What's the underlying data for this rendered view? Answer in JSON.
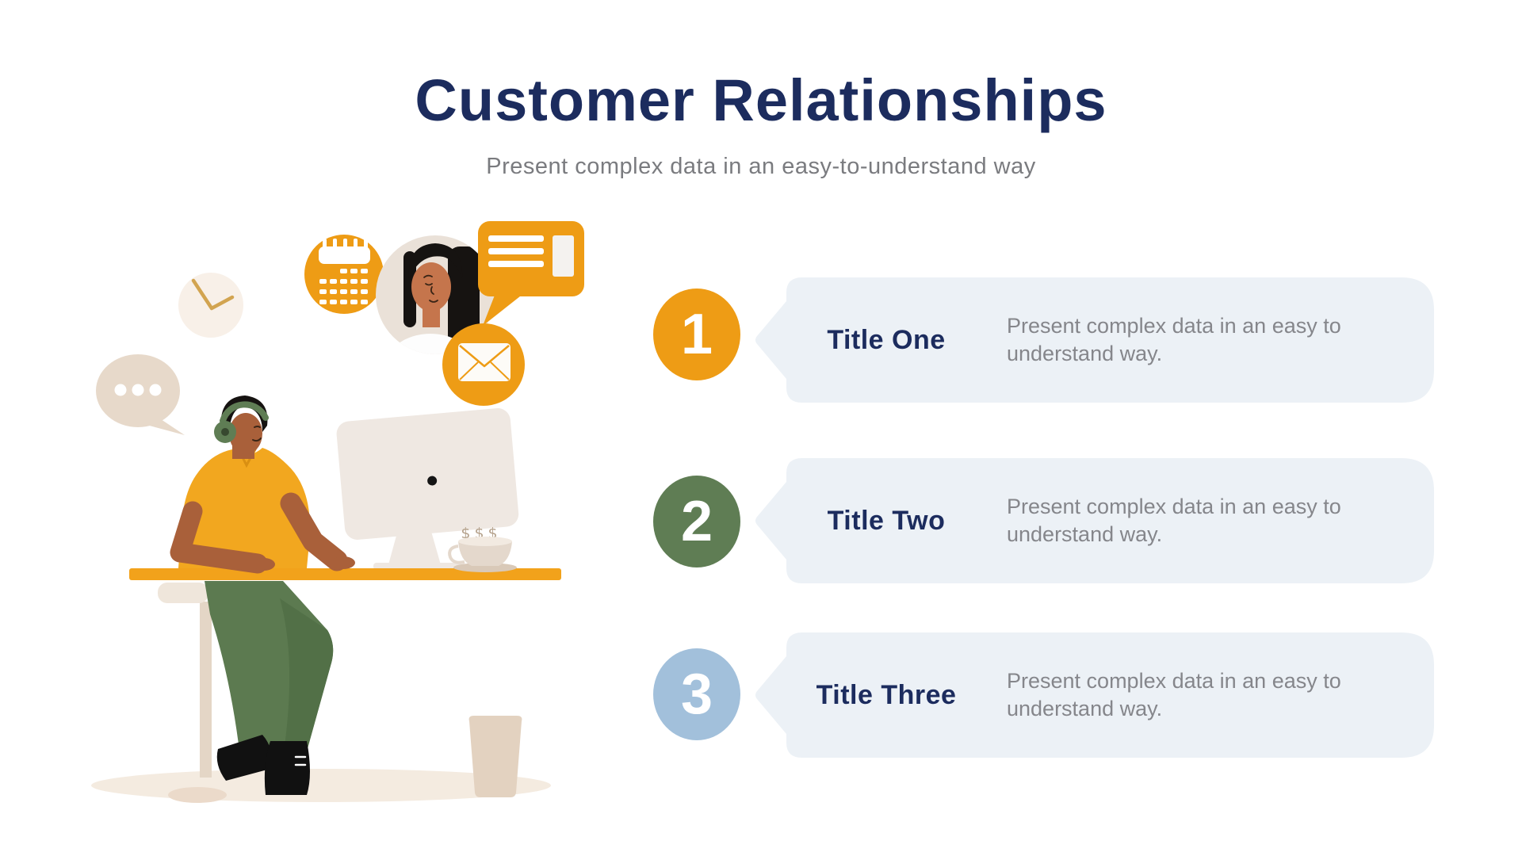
{
  "header": {
    "title": "Customer Relationships",
    "subtitle": "Present complex data in an easy-to-understand way"
  },
  "items": [
    {
      "number": "1",
      "title": "Title One",
      "description": "Present complex data in an easy to understand way.",
      "badge_color": "#EE9C15"
    },
    {
      "number": "2",
      "title": "Title Two",
      "description": "Present complex data in an easy to understand way.",
      "badge_color": "#5F7D54"
    },
    {
      "number": "3",
      "title": "Title Three",
      "description": "Present complex data in an easy to understand way.",
      "badge_color": "#A2C0DB"
    }
  ],
  "illustration": {
    "cup_steam": "$$$",
    "icons": [
      "clock-icon",
      "typing-dots-bubble-icon",
      "calendar-icon",
      "customer-avatar",
      "chat-message-icon",
      "email-envelope-icon",
      "support-agent-at-desk",
      "computer-monitor",
      "coffee-cup-icon",
      "trash-bin",
      "ground-shadow"
    ]
  },
  "colors": {
    "title_navy": "#1C2C5E",
    "subtitle_gray": "#7A7B7F",
    "body_gray": "#85868B",
    "card_background": "#ECF1F6",
    "accent_orange": "#EE9C15",
    "accent_green": "#5F7D54",
    "accent_blue": "#A2C0DB",
    "desk_orange": "#F2A21B"
  }
}
